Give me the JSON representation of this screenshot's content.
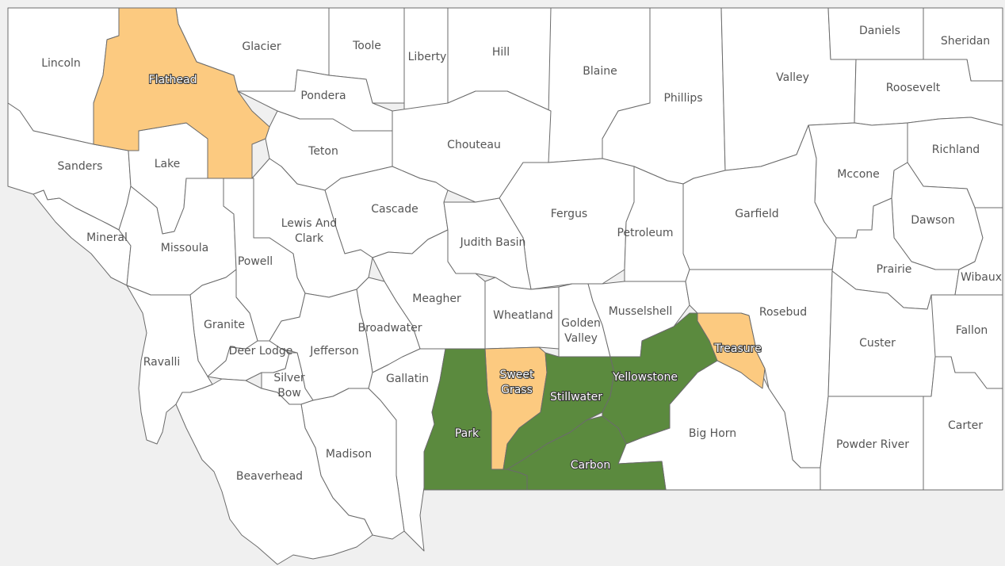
{
  "colors": {
    "background": "#f0f0f0",
    "base": "#ffffff",
    "border": "#6b6b6b",
    "highlight_orange": "#fcca80",
    "highlight_green": "#5b8a3e",
    "label": "#555555"
  },
  "counties": [
    {
      "name": "Lincoln",
      "fill": "base"
    },
    {
      "name": "Flathead",
      "fill": "orange"
    },
    {
      "name": "Glacier",
      "fill": "base"
    },
    {
      "name": "Toole",
      "fill": "base"
    },
    {
      "name": "Liberty",
      "fill": "base"
    },
    {
      "name": "Hill",
      "fill": "base"
    },
    {
      "name": "Blaine",
      "fill": "base"
    },
    {
      "name": "Phillips",
      "fill": "base"
    },
    {
      "name": "Valley",
      "fill": "base"
    },
    {
      "name": "Daniels",
      "fill": "base"
    },
    {
      "name": "Sheridan",
      "fill": "base"
    },
    {
      "name": "Roosevelt",
      "fill": "base"
    },
    {
      "name": "Pondera",
      "fill": "base"
    },
    {
      "name": "Teton",
      "fill": "base"
    },
    {
      "name": "Chouteau",
      "fill": "base"
    },
    {
      "name": "Sanders",
      "fill": "base"
    },
    {
      "name": "Lake",
      "fill": "base"
    },
    {
      "name": "Richland",
      "fill": "base"
    },
    {
      "name": "Mccone",
      "fill": "base"
    },
    {
      "name": "Cascade",
      "fill": "base"
    },
    {
      "name": "Fergus",
      "fill": "base"
    },
    {
      "name": "Garfield",
      "fill": "base"
    },
    {
      "name": "Dawson",
      "fill": "base"
    },
    {
      "name": "Mineral",
      "fill": "base"
    },
    {
      "name": "Missoula",
      "fill": "base"
    },
    {
      "name": "Lewis And Clark",
      "fill": "base"
    },
    {
      "name": "Powell",
      "fill": "base"
    },
    {
      "name": "Judith Basin",
      "fill": "base"
    },
    {
      "name": "Petroleum",
      "fill": "base"
    },
    {
      "name": "Prairie",
      "fill": "base"
    },
    {
      "name": "Wibaux",
      "fill": "base"
    },
    {
      "name": "Meagher",
      "fill": "base"
    },
    {
      "name": "Wheatland",
      "fill": "base"
    },
    {
      "name": "Golden Valley",
      "fill": "base"
    },
    {
      "name": "Musselshell",
      "fill": "base"
    },
    {
      "name": "Rosebud",
      "fill": "base"
    },
    {
      "name": "Granite",
      "fill": "base"
    },
    {
      "name": "Broadwater",
      "fill": "base"
    },
    {
      "name": "Deer Lodge",
      "fill": "base"
    },
    {
      "name": "Jefferson",
      "fill": "base"
    },
    {
      "name": "Treasure",
      "fill": "orange"
    },
    {
      "name": "Custer",
      "fill": "base"
    },
    {
      "name": "Fallon",
      "fill": "base"
    },
    {
      "name": "Ravalli",
      "fill": "base"
    },
    {
      "name": "Silver Bow",
      "fill": "base"
    },
    {
      "name": "Sweet Grass",
      "fill": "orange"
    },
    {
      "name": "Yellowstone",
      "fill": "green"
    },
    {
      "name": "Stillwater",
      "fill": "green"
    },
    {
      "name": "Gallatin",
      "fill": "base"
    },
    {
      "name": "Park",
      "fill": "green"
    },
    {
      "name": "Big Horn",
      "fill": "base"
    },
    {
      "name": "Carter",
      "fill": "base"
    },
    {
      "name": "Powder River",
      "fill": "base"
    },
    {
      "name": "Madison",
      "fill": "base"
    },
    {
      "name": "Carbon",
      "fill": "green"
    },
    {
      "name": "Beaverhead",
      "fill": "base"
    }
  ]
}
